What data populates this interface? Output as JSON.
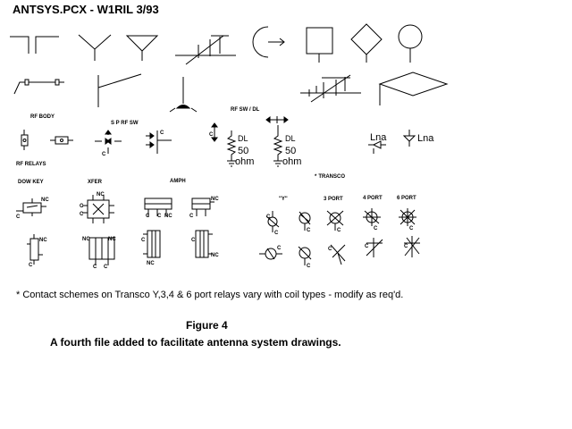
{
  "title": "ANTSYS.PCX - W1RIL 3/93",
  "labels": {
    "rf_body": "RF BODY",
    "rf_relays": "RF RELAYS",
    "sp_rf_sw": "S P RF SW",
    "rf_sw_dl": "RF SW / DL",
    "dl_1": "DL",
    "dl_2": "DL",
    "ohm_value_1": "50",
    "ohm_unit_1": "ohm",
    "ohm_value_2": "50",
    "ohm_unit_2": "ohm",
    "lna_1": "Lna",
    "lna_2": "Lna",
    "transco": "TRANSCO",
    "dow_key": "DOW KEY",
    "xfer": "XFER",
    "amph": "AMPH",
    "y_relay": "\"Y\"",
    "three_port": "3 PORT",
    "four_port": "4 PORT",
    "six_port": "6 PORT",
    "nc": "NC",
    "c": "C"
  },
  "footnote": "Contact schemes on Transco Y,3,4 & 6 port relays vary with coil types - modify as req'd.",
  "figure_label": "Figure 4",
  "caption": "A fourth file added to facilitate antenna system drawings."
}
